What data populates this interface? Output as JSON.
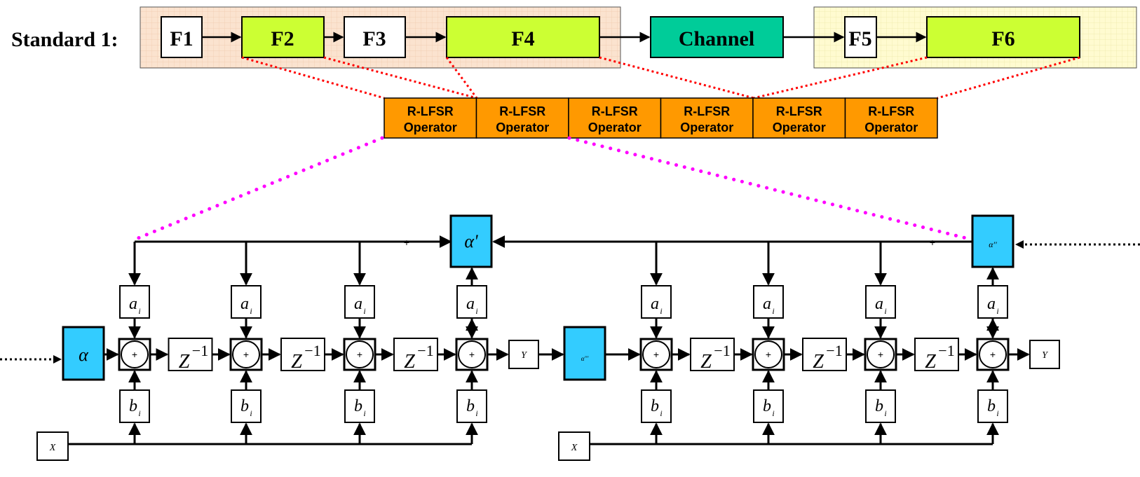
{
  "standard": {
    "label": "Standard 1:",
    "blocks": [
      "F1",
      "F2",
      "F3",
      "F4",
      "Channel",
      "F5",
      "F6"
    ]
  },
  "operators": {
    "line1": "R-LFSR",
    "line2": "Operator",
    "count": 6
  },
  "lfsr_left": {
    "input_coef": "α",
    "feedback_coef": "α'",
    "tap_top": "a",
    "tap_bottom": "b",
    "tap_sub": "i",
    "adder": "+",
    "delay": "Z",
    "delay_exp": "−1",
    "output": "Y",
    "input_x": "X"
  },
  "lfsr_right": {
    "input_coef": "α'''",
    "feedback_coef": "α''",
    "tap_top": "a",
    "tap_bottom": "b",
    "tap_sub": "i",
    "adder": "+",
    "delay": "Z",
    "delay_exp": "−1",
    "output": "Y",
    "input_x": "X"
  },
  "colors": {
    "panel_left": "#fbe3cf",
    "panel_right": "#fffbd0",
    "green_block": "#ccff33",
    "channel": "#00cc99",
    "operator": "#ff9900",
    "coef": "#33ccff",
    "red_dots": "#ff0000",
    "magenta_dots": "#ff00ff"
  }
}
